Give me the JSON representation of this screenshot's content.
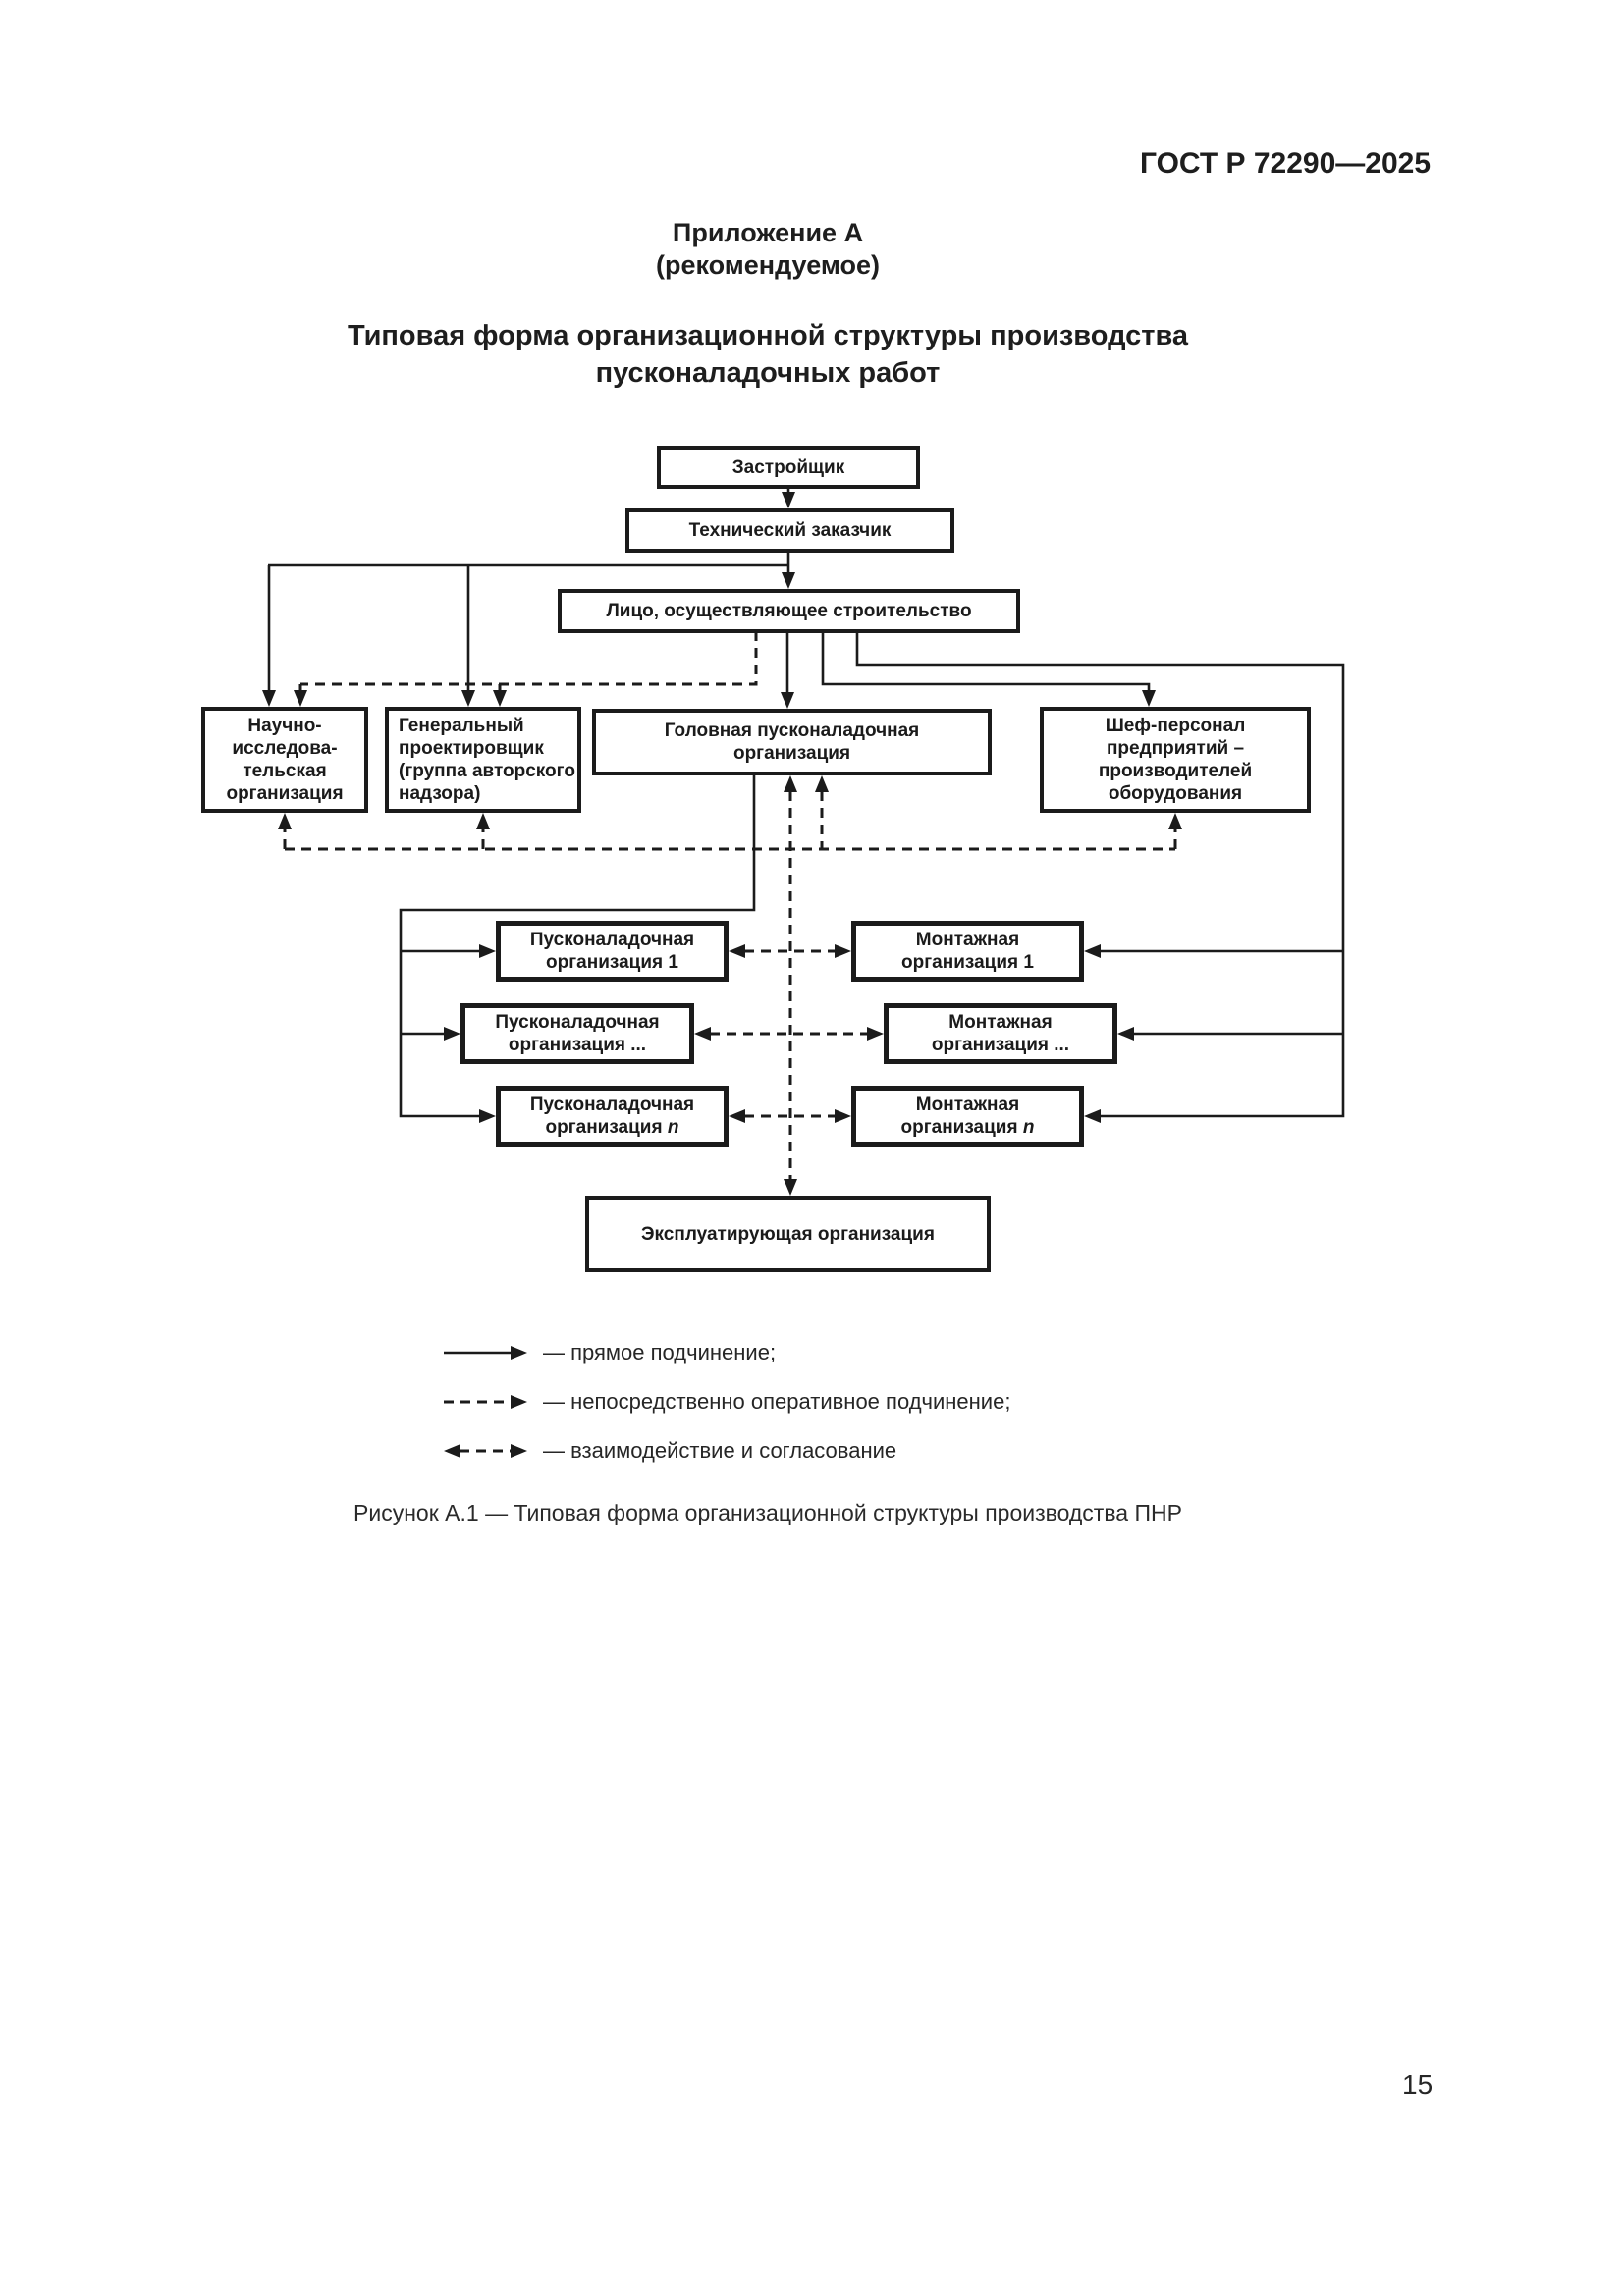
{
  "header": {
    "standard": "ГОСТ Р 72290—2025"
  },
  "appendix": {
    "title": "Приложение А",
    "subtitle": "(рекомендуемое)"
  },
  "doc_title": {
    "line1": "Типовая форма организационной структуры производства",
    "line2": "пусконаладочных работ"
  },
  "boxes": {
    "developer": "Застройщик",
    "technical_customer": "Технический заказчик",
    "construction_person": "Лицо, осуществляющее строительство",
    "research_org": {
      "lines": [
        "Научно-",
        "исследова-",
        "тельская",
        "организация"
      ]
    },
    "general_designer": {
      "lines": [
        "Генеральный",
        "проектировщик",
        "(группа авторского",
        "надзора)"
      ]
    },
    "head_commissioning": {
      "lines": [
        "Головная пусконаладочная",
        "организация"
      ]
    },
    "chief_personnel": {
      "lines": [
        "Шеф-персонал",
        "предприятий –",
        "производителей",
        "оборудования"
      ]
    },
    "commissioning_1": {
      "line1": "Пусконаладочная",
      "line2": "организация 1"
    },
    "commissioning_dots": {
      "line1": "Пусконаладочная",
      "line2": "организация ..."
    },
    "commissioning_n": {
      "line1": "Пусконаладочная",
      "line2_prefix": "организация ",
      "line2_italic": "n"
    },
    "installation_1": {
      "line1": "Монтажная",
      "line2": "организация 1"
    },
    "installation_dots": {
      "line1": "Монтажная",
      "line2": "организация ..."
    },
    "installation_n": {
      "line1": "Монтажная",
      "line2_prefix": "организация ",
      "line2_italic": "n"
    },
    "operating_org": "Эксплуатирующая организация"
  },
  "legend": {
    "items": [
      {
        "type": "solid-arrow",
        "label": "— прямое подчинение;"
      },
      {
        "type": "dashed-arrow",
        "label": "— непосредственно оперативное подчинение;"
      },
      {
        "type": "dashed-double-arrow",
        "label": "— взаимодействие и согласование"
      }
    ]
  },
  "caption": "Рисунок А.1 — Типовая форма организационной структуры производства ПНР",
  "page": {
    "number": "15"
  },
  "colors": {
    "ink": "#1b1b1b"
  }
}
